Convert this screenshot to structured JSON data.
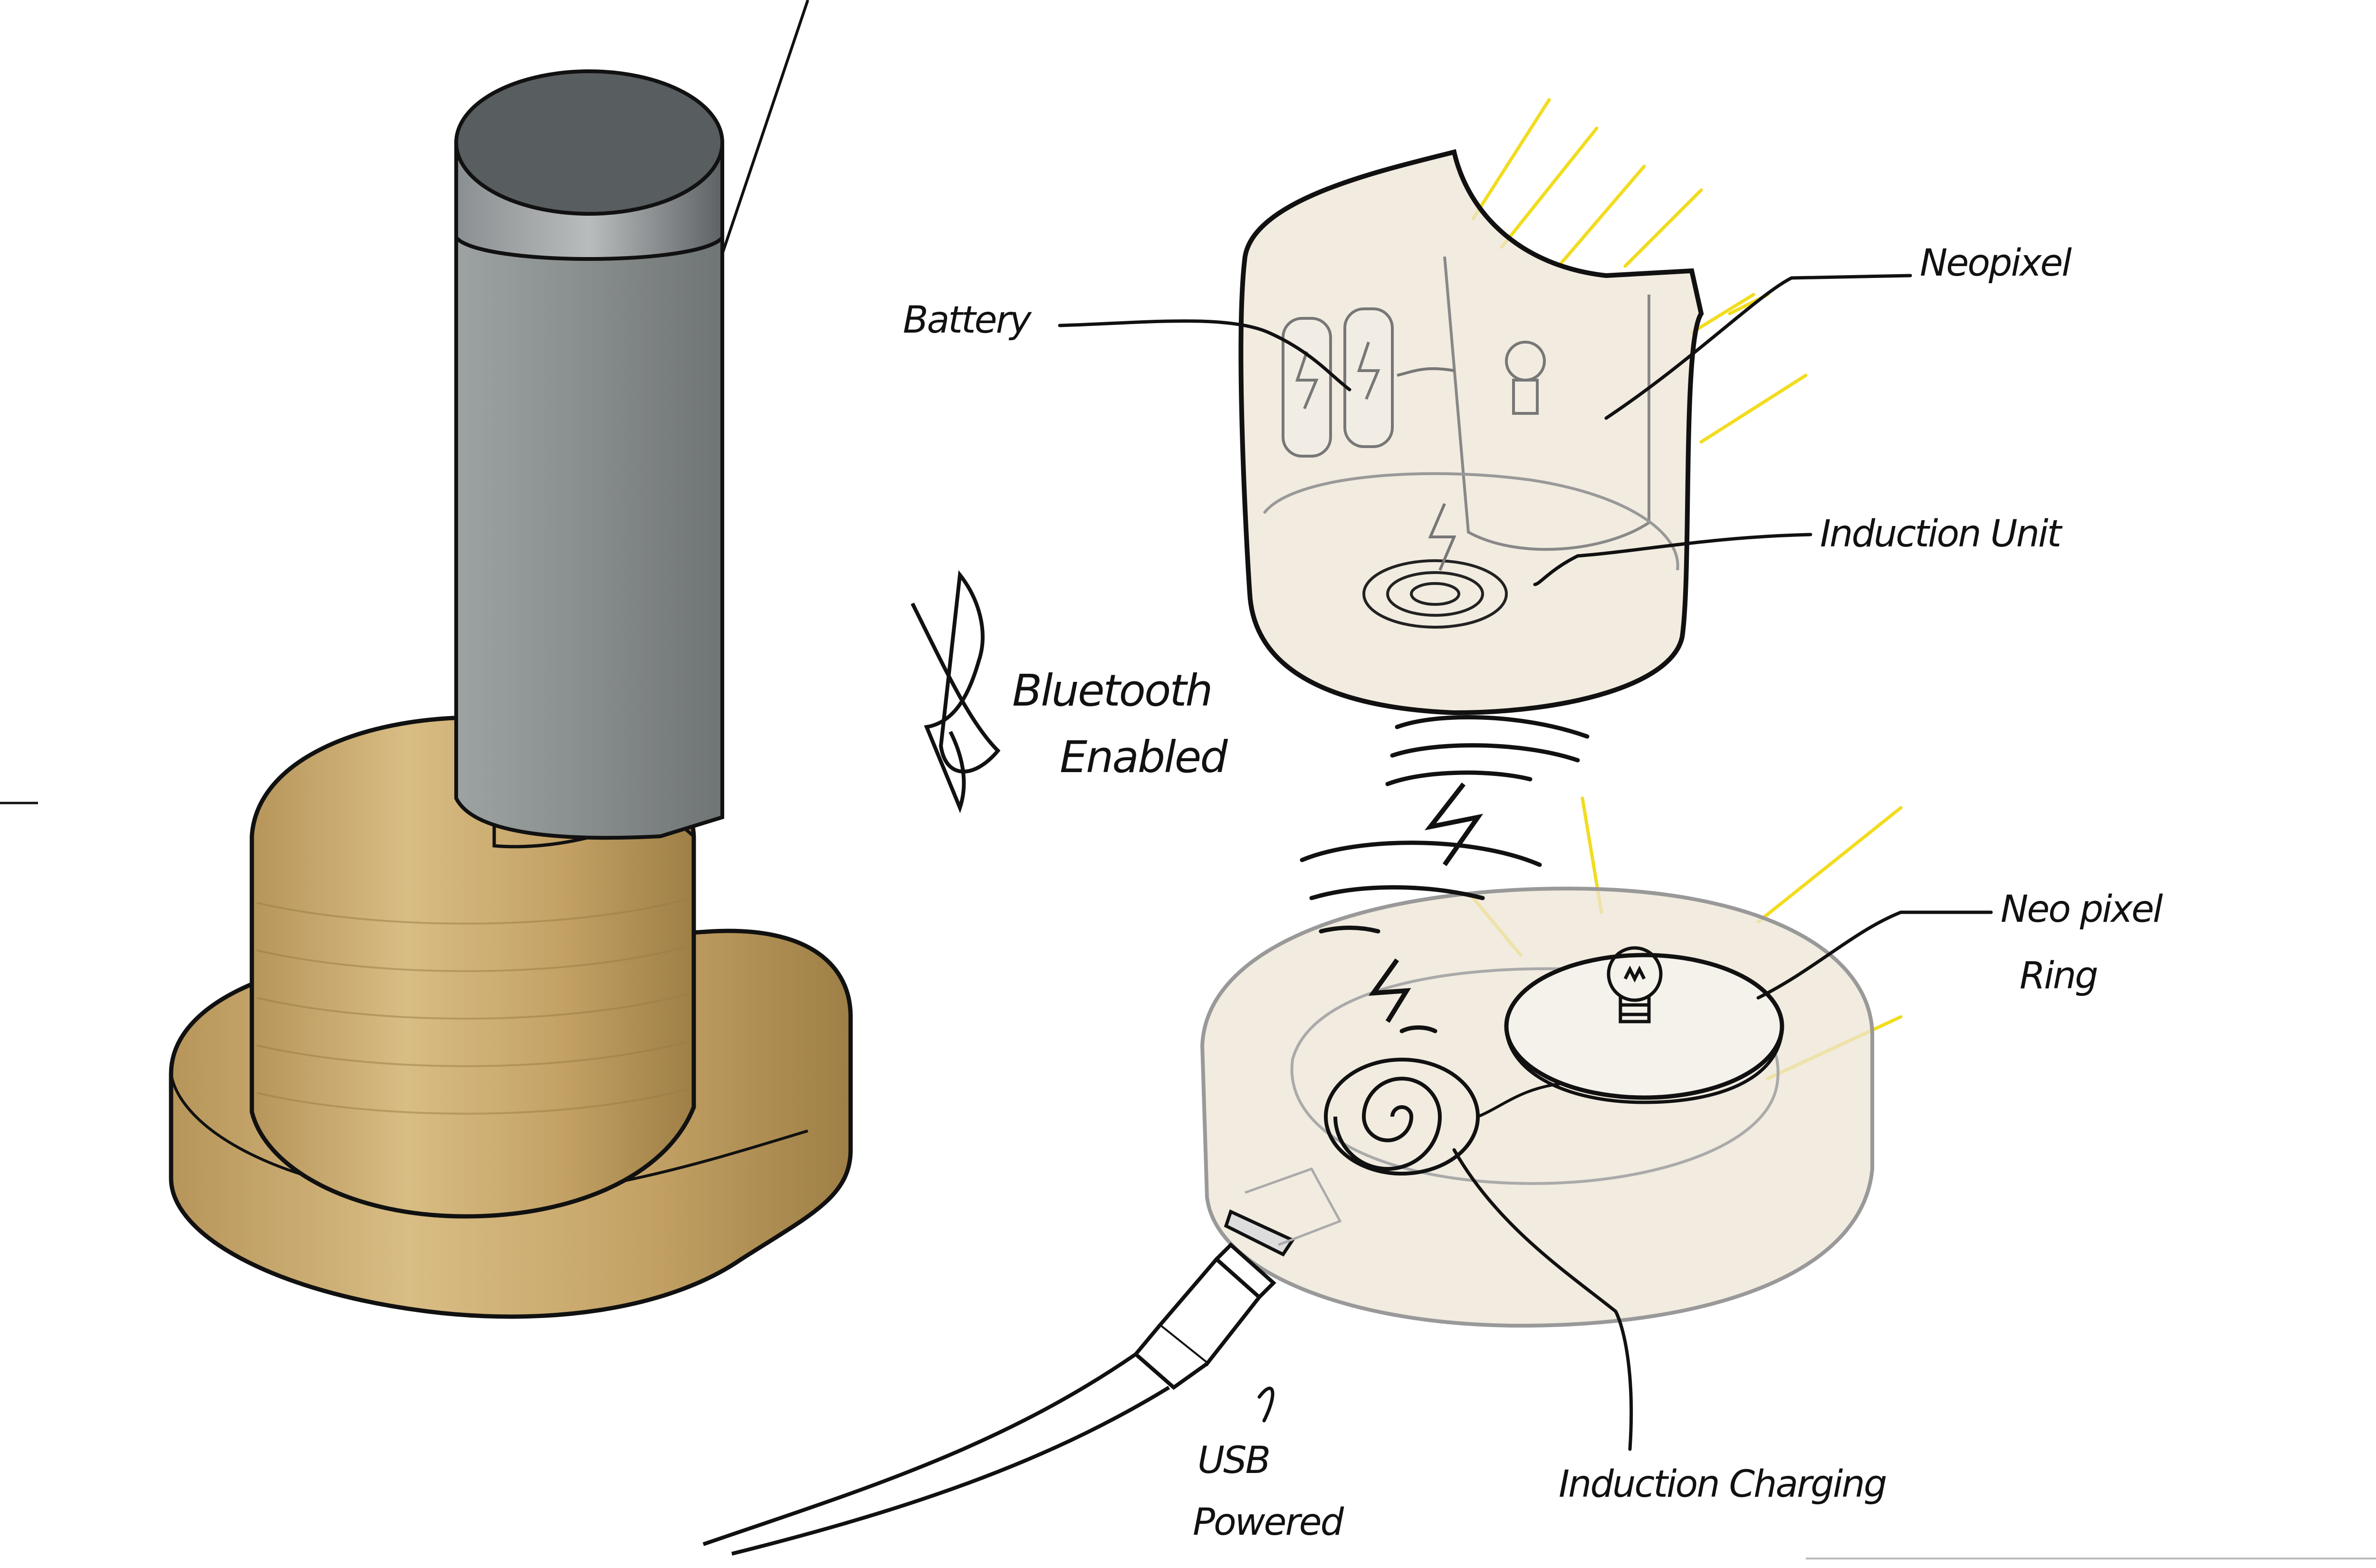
{
  "labels": {
    "battery": "Battery",
    "neopixel": "Neopixel",
    "induction_unit": "Induction Unit",
    "bluetooth_line1": "Bluetooth",
    "bluetooth_line2": "Enabled",
    "neopixel_ring_line1": "Neo pixel",
    "neopixel_ring_line2": "Ring",
    "induction_charging": "Induction Charging",
    "usb_line1": "USB",
    "usb_line2": "Powered"
  },
  "colors": {
    "ink": "#111111",
    "glow": "#f2dc1e",
    "wood": "#c8a86a",
    "wood_dark": "#a8874c",
    "tube": "#8d9291",
    "cap": "#5b6063",
    "shell": "#ece4d6"
  }
}
